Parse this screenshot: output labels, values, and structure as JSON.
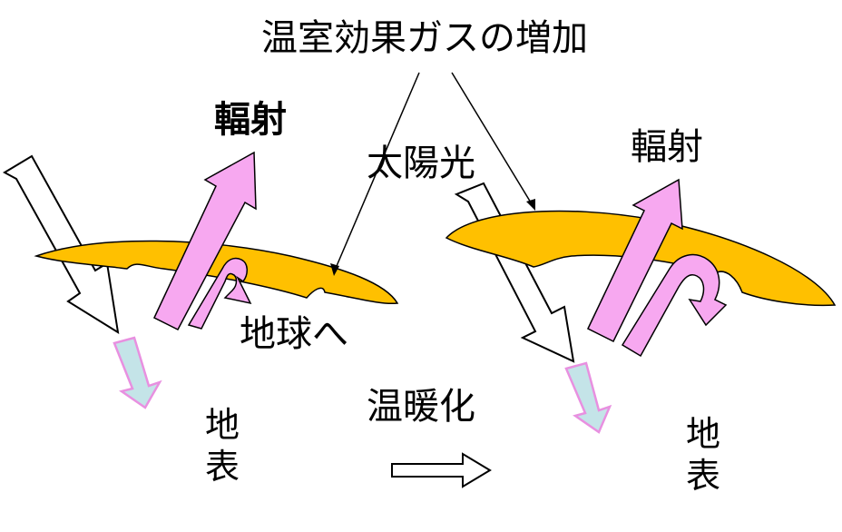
{
  "labels": {
    "title": "温室効果ガスの増加",
    "radiation_left": "輻射",
    "sunlight": "太陽光",
    "radiation_right": "輻射",
    "to_earth": "地球へ",
    "warming": "温暖化",
    "surface_left": [
      "地",
      "表"
    ],
    "surface_right": [
      "地",
      "表"
    ]
  },
  "colors": {
    "gas_layer": "#FFC000",
    "radiation_arrow": "#F7A8F0",
    "surface_arrow": "#C4E4E8",
    "outline": "#000000",
    "background": "#FFFFFF"
  }
}
